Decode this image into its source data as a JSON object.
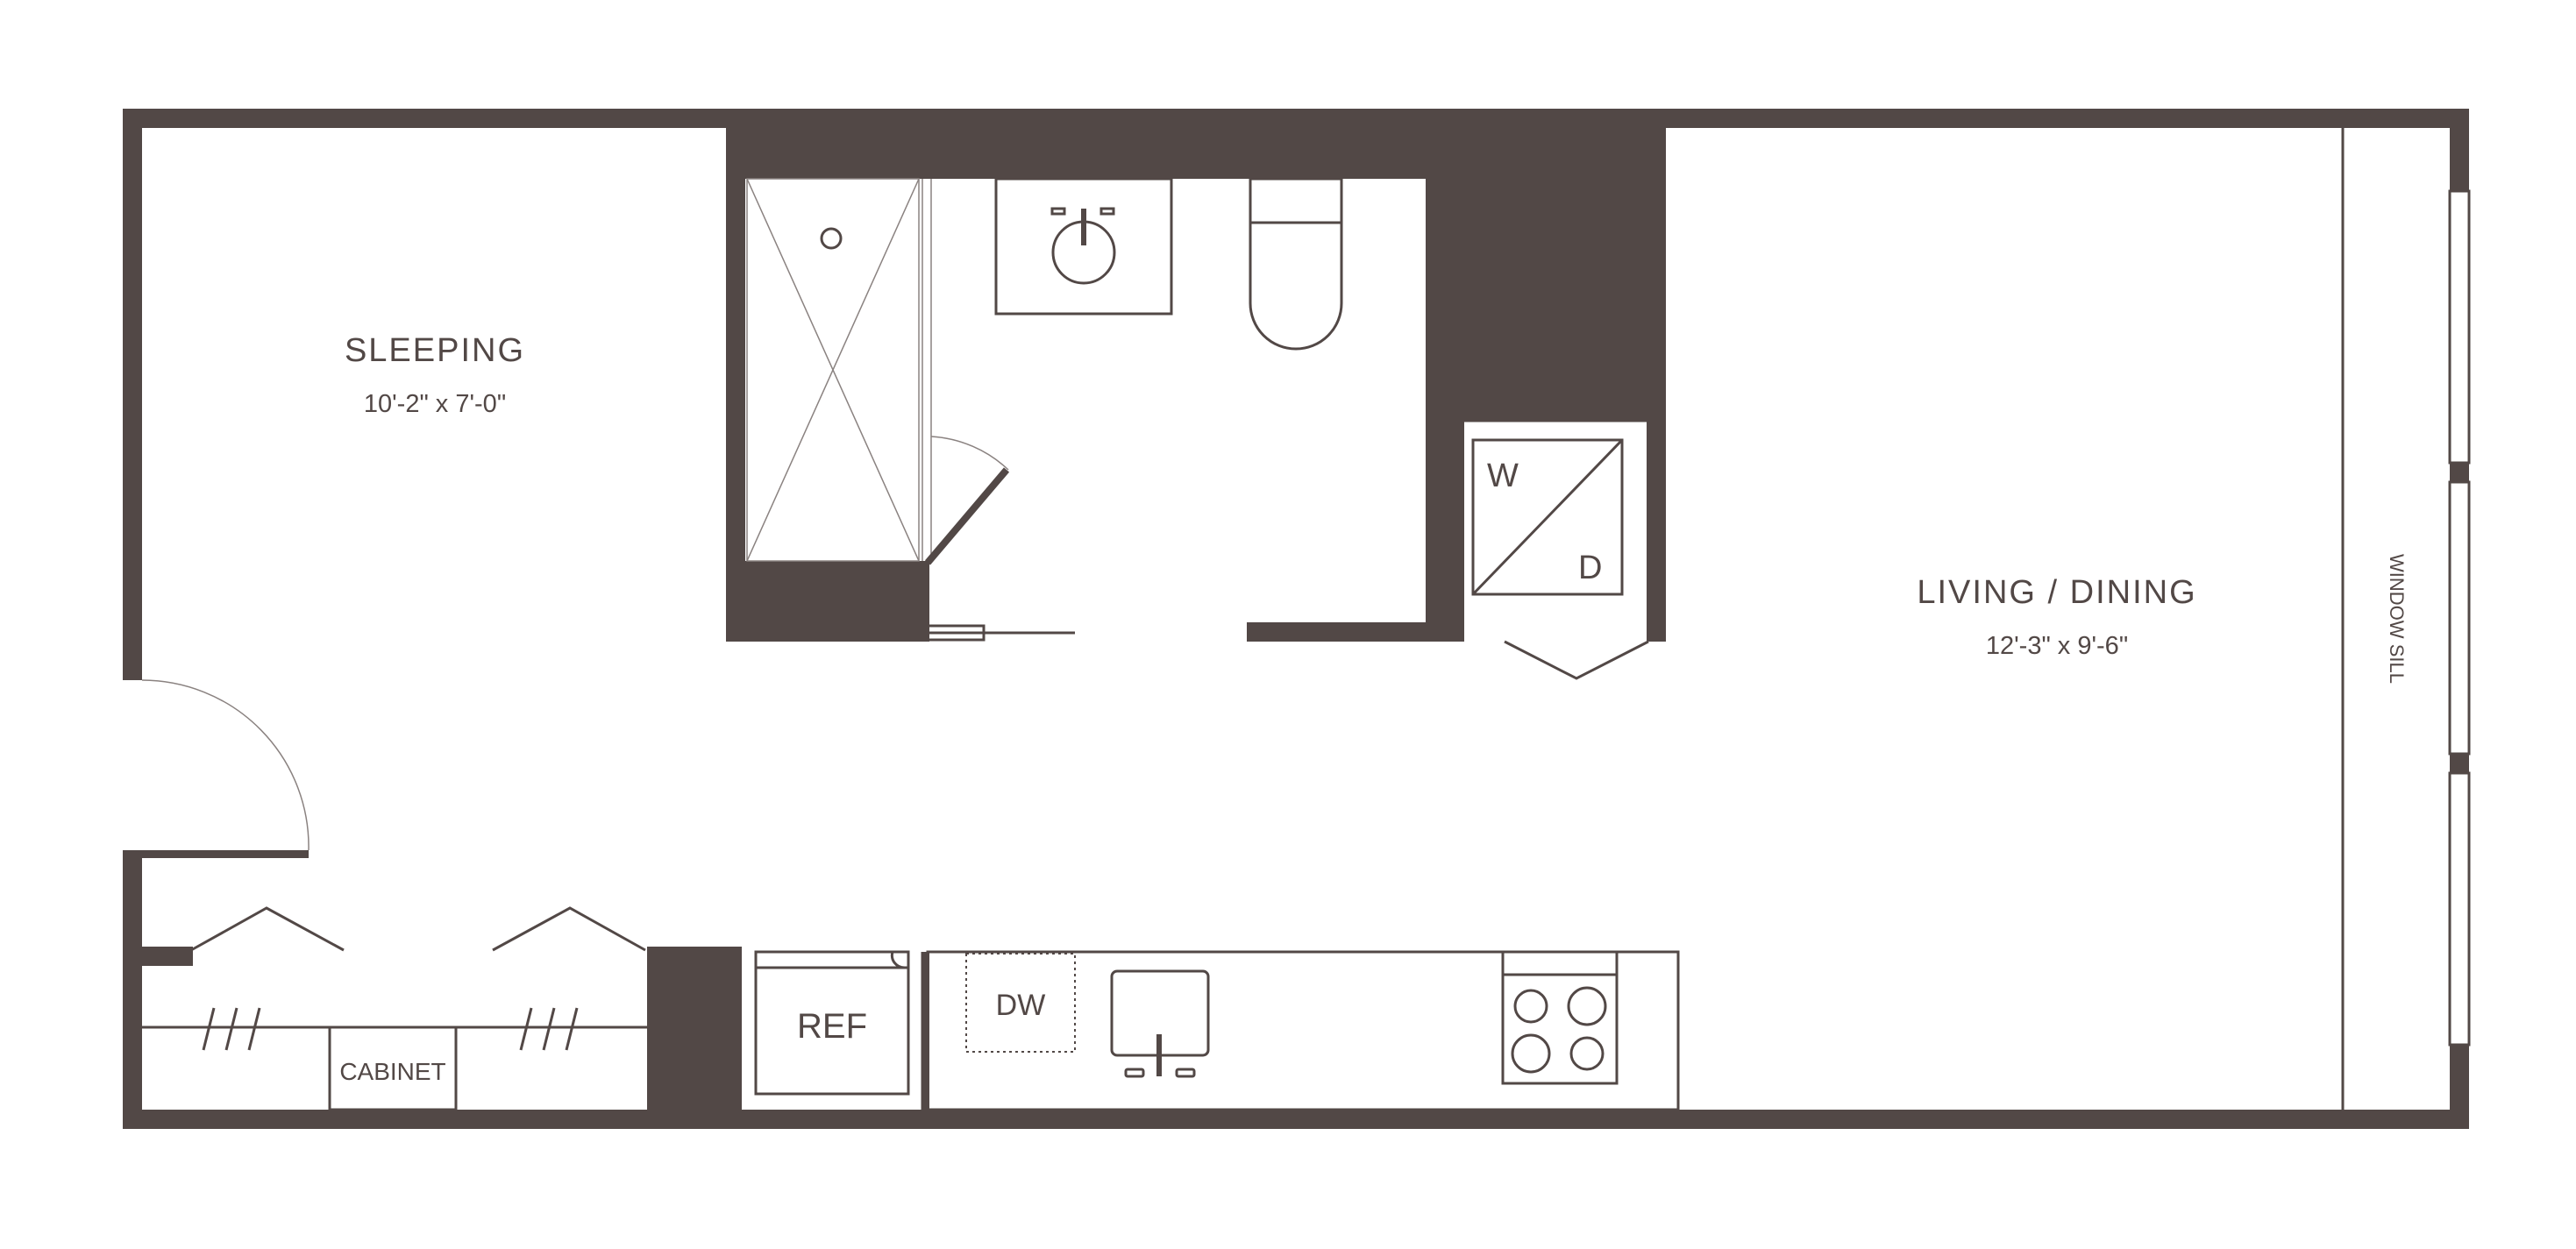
{
  "rooms": {
    "sleeping": {
      "name": "SLEEPING",
      "dimensions": "10'-2\" x 7'-0\""
    },
    "living_dining": {
      "name": "LIVING / DINING",
      "dimensions": "12'-3\" x 9'-6\""
    }
  },
  "fixtures": {
    "washer_label": "W",
    "dryer_label": "D",
    "refrigerator_label": "REF",
    "dishwasher_label": "DW",
    "cabinet_label": "CABINET",
    "window_sill_label": "WINDOW SILL"
  },
  "colors": {
    "wall": "#524846",
    "background": "#ffffff"
  }
}
